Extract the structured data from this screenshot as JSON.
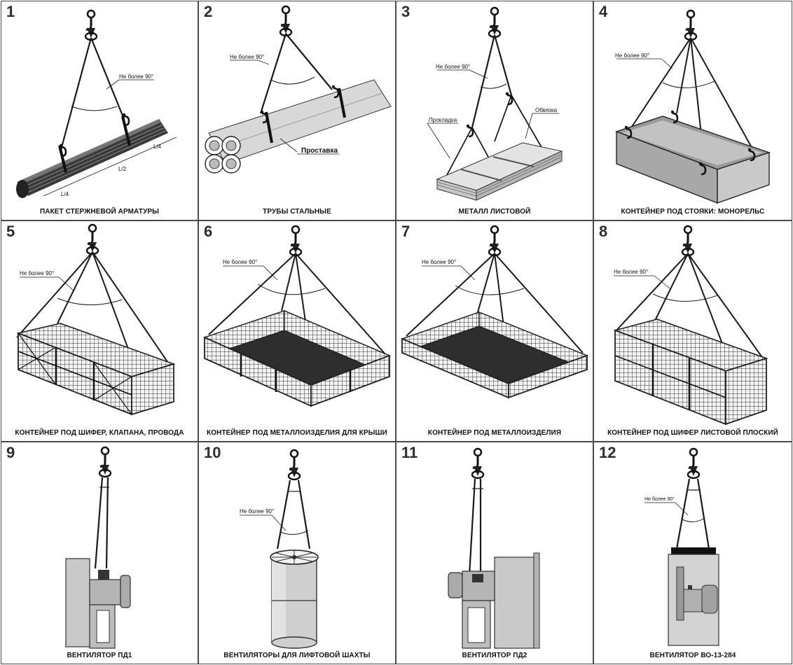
{
  "angle_note": "Не более 90°",
  "panels": [
    {
      "number": "1",
      "caption": "ПАКЕТ СТЕРЖНЕВОЙ АРМАТУРЫ",
      "labels": {
        "quarter_a": "L/4",
        "half": "L/2",
        "quarter_b": "L/4"
      }
    },
    {
      "number": "2",
      "caption": "ТРУБЫ СТАЛЬНЫЕ",
      "labels": {
        "spacer": "Проставка"
      }
    },
    {
      "number": "3",
      "caption": "МЕТАЛЛ ЛИСТОВОЙ",
      "labels": {
        "pad": "Прокладка",
        "strap": "Обвязка"
      }
    },
    {
      "number": "4",
      "caption": "КОНТЕЙНЕР ПОД СТОЯКИ: МОНОРЕЛЬС"
    },
    {
      "number": "5",
      "caption": "КОНТЕЙНЕР ПОД ШИФЕР, КЛАПАНА, ПРОВОДА"
    },
    {
      "number": "6",
      "caption": "КОНТЕЙНЕР ПОД МЕТАЛЛОИЗДЕЛИЯ ДЛЯ КРЫШИ"
    },
    {
      "number": "7",
      "caption": "КОНТЕЙНЕР ПОД МЕТАЛЛОИЗДЕЛИЯ"
    },
    {
      "number": "8",
      "caption": "КОНТЕЙНЕР ПОД ШИФЕР ЛИСТОВОЙ ПЛОСКИЙ"
    },
    {
      "number": "9",
      "caption": "ВЕНТИЛЯТОР ПД1"
    },
    {
      "number": "10",
      "caption": "ВЕНТИЛЯТОРЫ ДЛЯ ЛИФТОВОЙ ШАХТЫ"
    },
    {
      "number": "11",
      "caption": "ВЕНТИЛЯТОР ПД2"
    },
    {
      "number": "12",
      "caption": "ВЕНТИЛЯТОР ВО-13-284"
    }
  ],
  "colors": {
    "line": "#1a1a1a",
    "frame": "#4a4a4a",
    "grey_light": "#cfcfcf",
    "grey_mid": "#9a9a9a",
    "grey_dark": "#3a3a3a"
  }
}
